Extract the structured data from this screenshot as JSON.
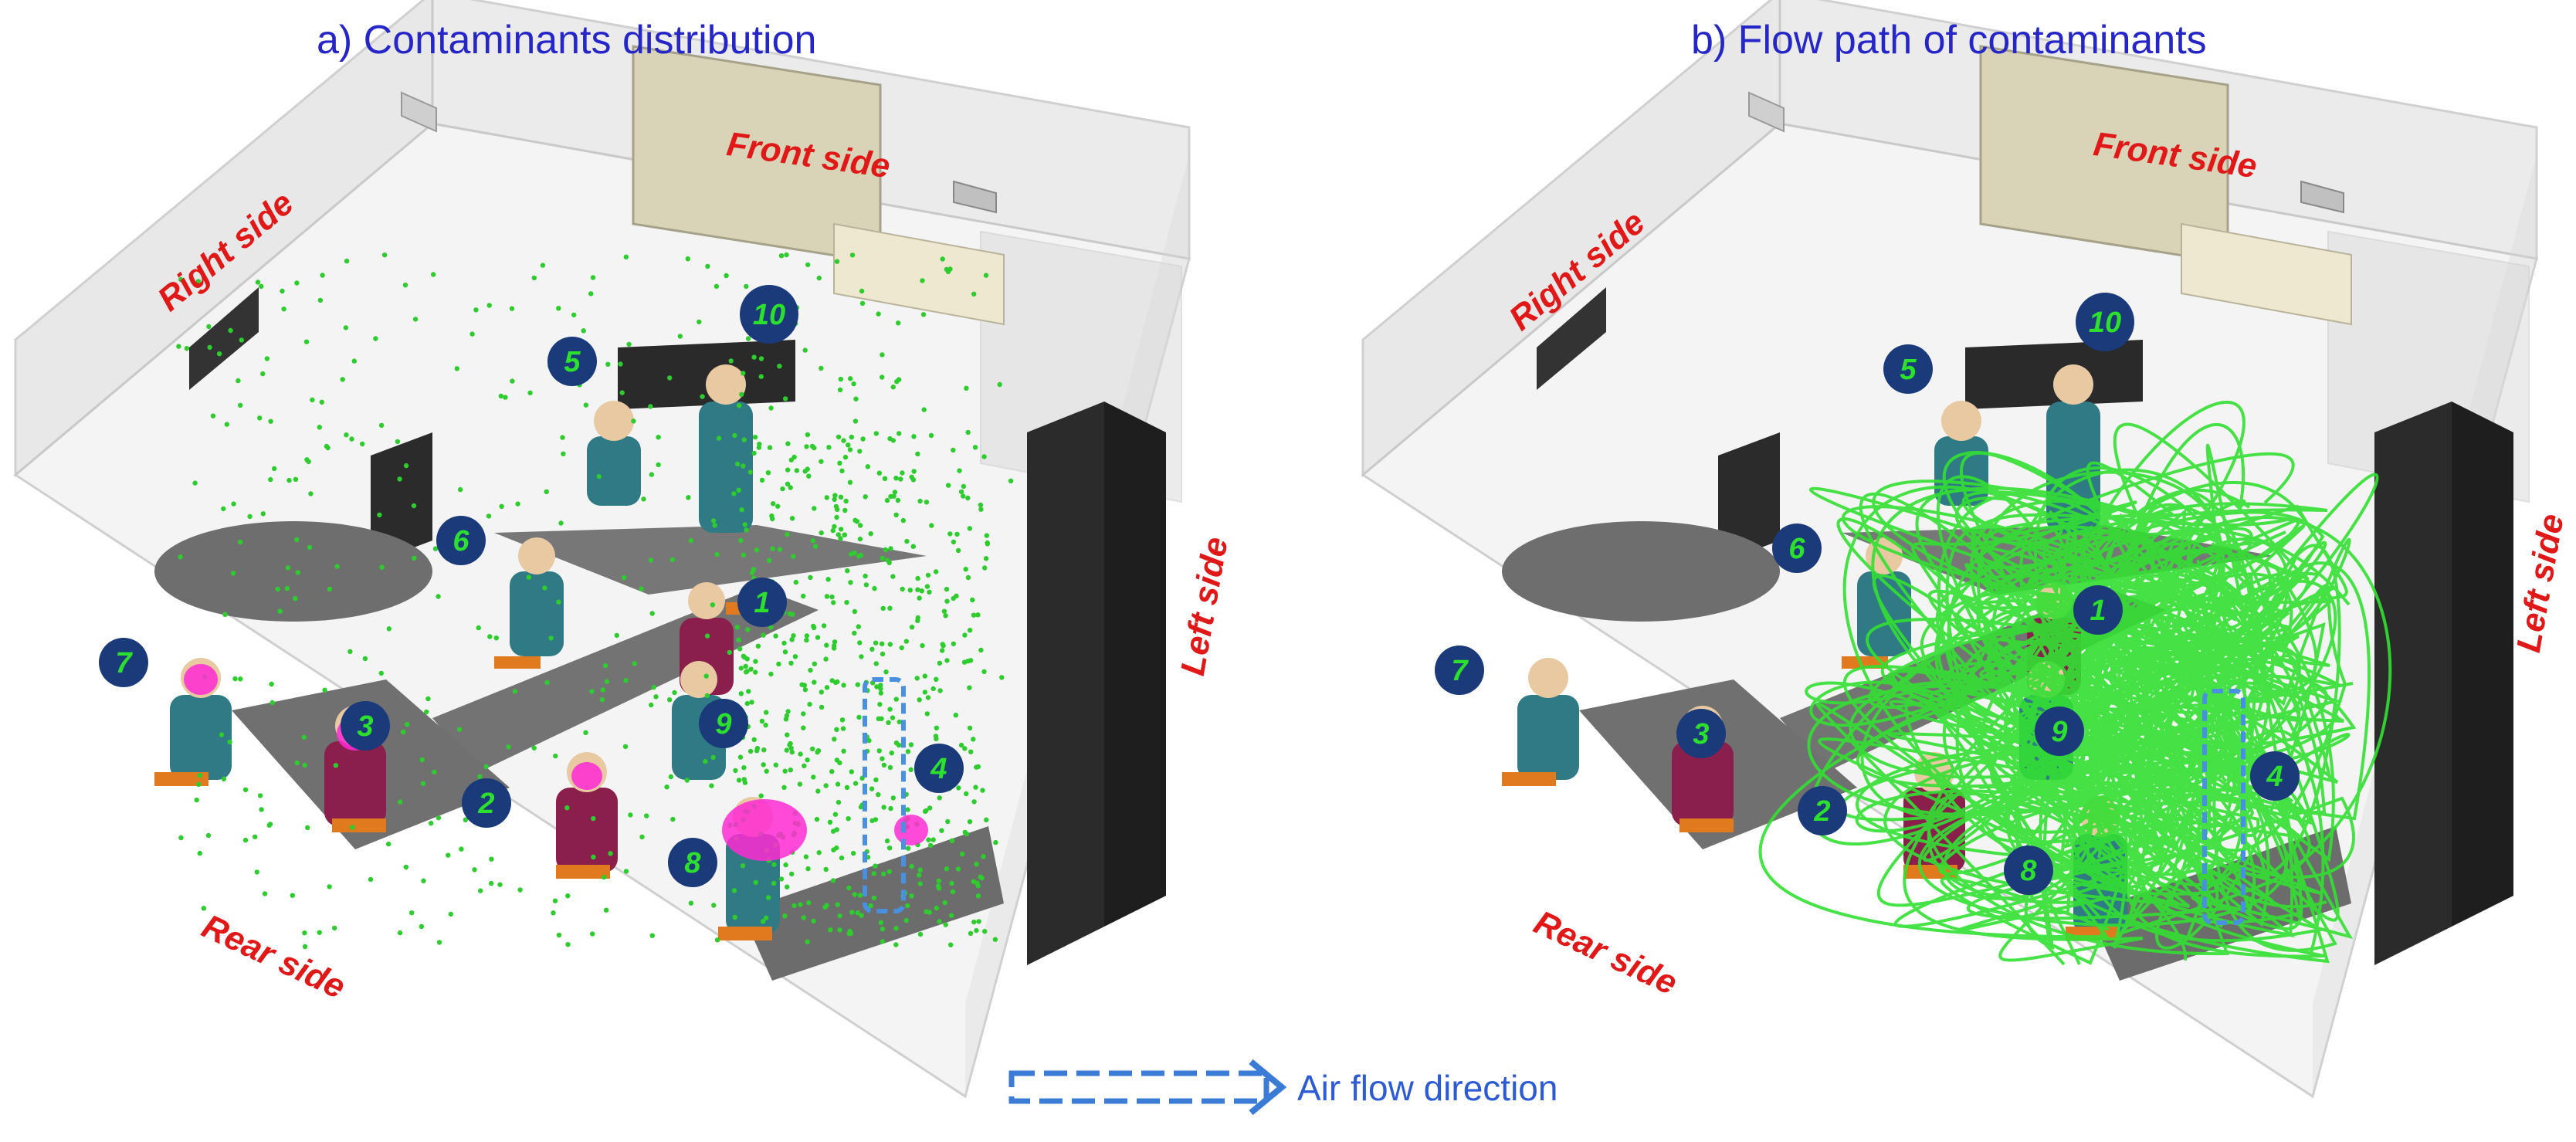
{
  "panels": [
    {
      "title": "a) Contaminants distribution",
      "sides": {
        "front": "Front side",
        "right": "Right side",
        "left": "Left side",
        "rear": "Rear side"
      },
      "markers": [
        "1",
        "2",
        "3",
        "4",
        "5",
        "6",
        "7",
        "8",
        "9",
        "10"
      ]
    },
    {
      "title": "b) Flow path of contaminants",
      "sides": {
        "front": "Front side",
        "right": "Right side",
        "left": "Left side",
        "rear": "Rear side"
      },
      "markers": [
        "1",
        "2",
        "3",
        "4",
        "5",
        "6",
        "7",
        "8",
        "9",
        "10"
      ]
    }
  ],
  "legend": {
    "label": "Air flow direction",
    "arrow_icon": "dashed-arrow-icon"
  },
  "colors": {
    "title": "#2626c8",
    "side_label": "#e01818",
    "marker_fill": "#1a3a7a",
    "marker_text": "#2ee02e",
    "particles": "#2ecc2e",
    "emitter": "#ff2ad4",
    "flow_path": "#33e033",
    "air_flow": "#4a90e0"
  }
}
